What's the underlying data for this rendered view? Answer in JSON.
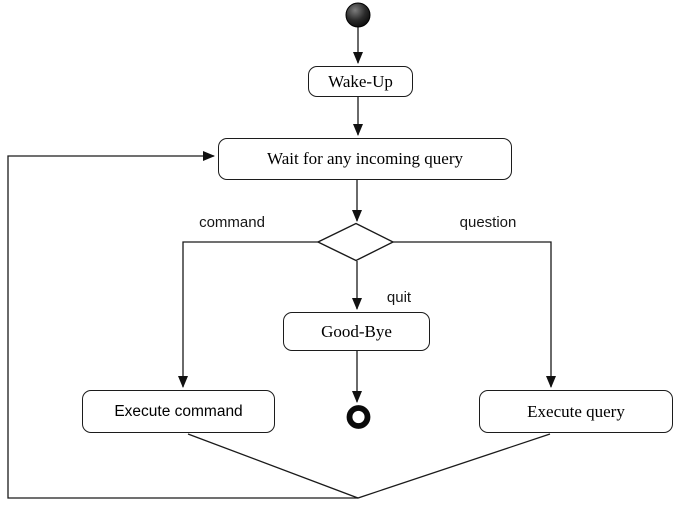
{
  "diagram": {
    "type": "uml-activity-diagram",
    "nodes": {
      "wake_up": "Wake-Up",
      "wait_query": "Wait for any incoming query",
      "good_bye": "Good-Bye",
      "execute_command": "Execute command",
      "execute_query": "Execute query"
    },
    "edge_labels": {
      "command": "command",
      "question": "question",
      "quit": "quit"
    },
    "colors": {
      "background": "#ffffff",
      "line": "#1a1a1a",
      "node_border": "#1c1c1c",
      "node_fill": "#ffffff",
      "text": "#000000",
      "initial_node_fill": "#111111"
    }
  }
}
